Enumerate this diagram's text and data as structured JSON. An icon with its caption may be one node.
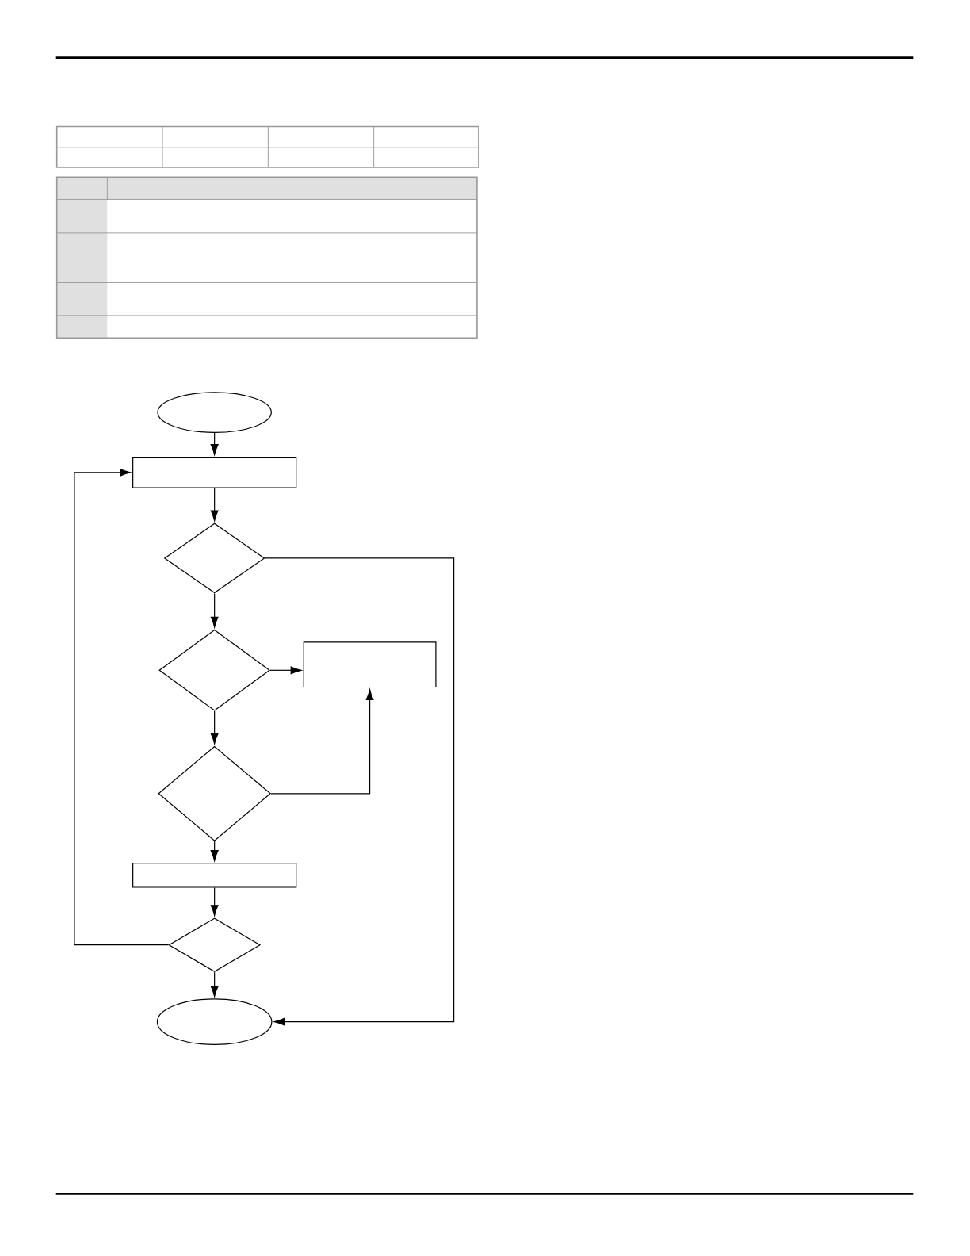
{
  "diagram": {
    "nodes": [
      {
        "text": [],
        "shape": "ellipse"
      },
      {
        "text": [],
        "shape": "box"
      },
      {
        "text": [],
        "shape": "diamond"
      },
      {
        "text": [],
        "shape": "diamond"
      },
      {
        "text": [],
        "shape": "box"
      },
      {
        "text": [],
        "shape": "diamond"
      },
      {
        "text": [],
        "shape": "box"
      },
      {
        "text": [],
        "shape": "diamond"
      },
      {
        "text": [],
        "shape": "ellipse"
      }
    ],
    "edges": [
      {
        "from": 0,
        "to": 1,
        "arrow": "to"
      },
      {
        "from": 1,
        "to": 2,
        "arrow": "to"
      },
      {
        "from": 2,
        "to": 3,
        "arrow": "to"
      },
      {
        "from": 2,
        "to": 8,
        "arrow": "to"
      },
      {
        "from": 3,
        "to": 4,
        "arrow": "to"
      },
      {
        "from": 3,
        "to": 5,
        "arrow": "to"
      },
      {
        "from": 5,
        "to": 4,
        "arrow": "to"
      },
      {
        "from": 5,
        "to": 6,
        "arrow": "to"
      },
      {
        "from": 6,
        "to": 7,
        "arrow": "to"
      },
      {
        "from": 7,
        "to": 8,
        "arrow": "to"
      },
      {
        "from": 7,
        "to": 1,
        "arrow": "to"
      }
    ]
  }
}
